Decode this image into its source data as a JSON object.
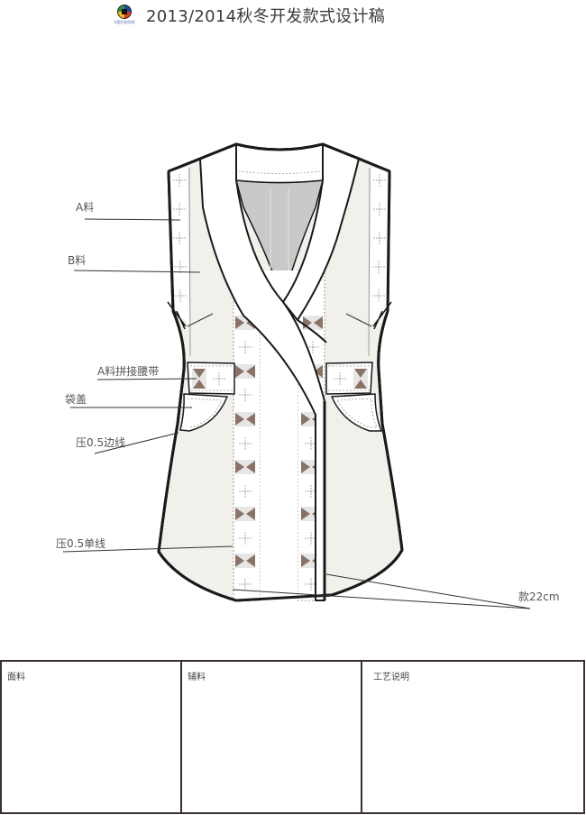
{
  "header": {
    "logo": {
      "icon": "brand-logo-icon",
      "caption": "U图片制作网"
    },
    "title": "2013/2014秋冬开发款式设计稿"
  },
  "drawing": {
    "subject": "vest-technical-flat-sketch",
    "colors": {
      "body_fill": "#f1f0eb",
      "lining_fill": "#c9c9c9",
      "outline": "#1a1a1a",
      "motif_brown": "#8a7366",
      "motif_bg": "#e6e6e6",
      "placket_fill": "#ffffff"
    },
    "annotations": [
      {
        "id": "a-fabric",
        "text": "A料"
      },
      {
        "id": "b-fabric",
        "text": "B料"
      },
      {
        "id": "waistband",
        "text": "A料拼接腰带"
      },
      {
        "id": "pocket-flap",
        "text": "袋盖"
      },
      {
        "id": "edge-stitch",
        "text": "压0.5边线"
      },
      {
        "id": "single-stitch",
        "text": "压0.5单线"
      },
      {
        "id": "hem-width",
        "text": "款22cm"
      }
    ]
  },
  "spec_table": {
    "columns": [
      {
        "label": "面料"
      },
      {
        "label": "辅料"
      },
      {
        "label": "工艺说明"
      }
    ]
  }
}
